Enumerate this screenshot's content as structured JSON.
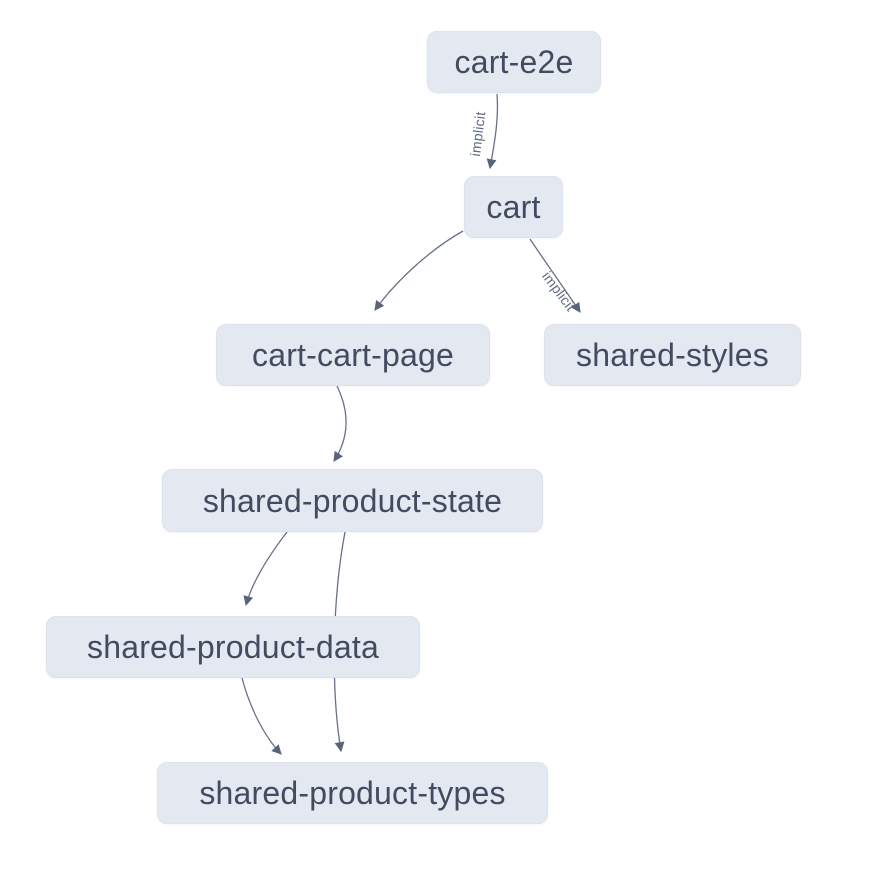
{
  "colors": {
    "background": "#ffffff",
    "node_fill": "#e4e8f0",
    "node_border": "#dde2ec",
    "node_text": "#414c61",
    "edge": "#67718a",
    "edge_label": "#5f6a82",
    "arrow": "#59647b"
  },
  "graph": {
    "type": "project-dependency-graph",
    "nodes": [
      {
        "id": "cart-e2e",
        "label": "cart-e2e"
      },
      {
        "id": "cart",
        "label": "cart"
      },
      {
        "id": "cart-cart-page",
        "label": "cart-cart-page"
      },
      {
        "id": "shared-styles",
        "label": "shared-styles"
      },
      {
        "id": "shared-product-state",
        "label": "shared-product-state"
      },
      {
        "id": "shared-product-data",
        "label": "shared-product-data"
      },
      {
        "id": "shared-product-types",
        "label": "shared-product-types"
      }
    ],
    "edges": [
      {
        "from": "cart-e2e",
        "to": "cart",
        "label": "implicit"
      },
      {
        "from": "cart",
        "to": "cart-cart-page",
        "label": ""
      },
      {
        "from": "cart",
        "to": "shared-styles",
        "label": "implicit"
      },
      {
        "from": "cart-cart-page",
        "to": "shared-product-state",
        "label": ""
      },
      {
        "from": "shared-product-state",
        "to": "shared-product-data",
        "label": ""
      },
      {
        "from": "shared-product-state",
        "to": "shared-product-types",
        "label": ""
      },
      {
        "from": "shared-product-data",
        "to": "shared-product-types",
        "label": ""
      }
    ]
  }
}
